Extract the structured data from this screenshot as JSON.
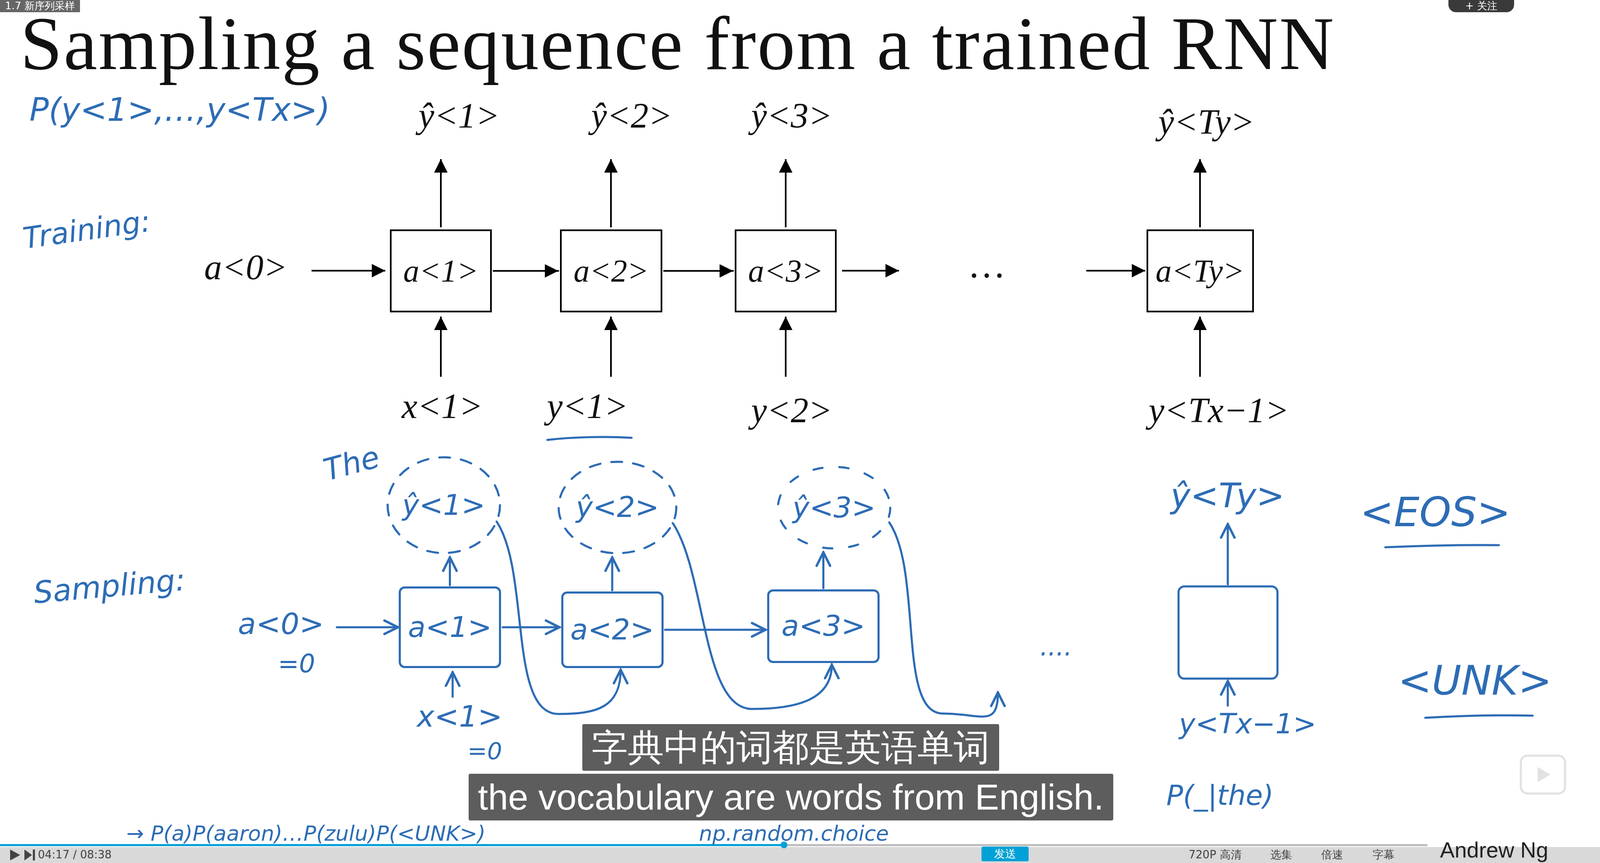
{
  "diagram": {
    "title": "Sampling a sequence from a trained RNN",
    "nodes": [
      {
        "text": [
          "a<1>"
        ]
      },
      {
        "text": [
          "a<2>"
        ]
      },
      {
        "text": [
          "a<3>"
        ]
      },
      {
        "text": [
          "a<Ty>"
        ]
      },
      {
        "text": [
          "ŷ<1>"
        ]
      },
      {
        "text": [
          "ŷ<2>"
        ]
      },
      {
        "text": [
          "ŷ<3>"
        ]
      },
      {
        "text": [
          "a<1>"
        ]
      },
      {
        "text": [
          "a<2>"
        ]
      },
      {
        "text": [
          "a<3>"
        ]
      }
    ],
    "edges": [
      {
        "from": 0,
        "to": 1,
        "arrow": "to"
      },
      {
        "from": 1,
        "to": 2,
        "arrow": "to"
      },
      {
        "from": 7,
        "to": 4,
        "arrow": "to"
      },
      {
        "from": 8,
        "to": 5,
        "arrow": "to"
      },
      {
        "from": 9,
        "to": 6,
        "arrow": "to"
      },
      {
        "from": 7,
        "to": 8,
        "arrow": "to"
      },
      {
        "from": 8,
        "to": 9,
        "arrow": "to"
      },
      {
        "from": 4,
        "to": 8,
        "arrow": "to"
      },
      {
        "from": 5,
        "to": 9,
        "arrow": "to"
      }
    ],
    "labels": [
      "P(y<1>,…,y<Tx>)",
      "ŷ<1>",
      "ŷ<2>",
      "ŷ<3>",
      "ŷ<Ty>",
      "Training:",
      "a<0>",
      "…",
      "x<1>",
      "y<1>",
      "y<2>",
      "y<Tx−1>",
      "The",
      "Sampling:",
      "a<0>",
      "=0",
      "ŷ<Ty>",
      "....",
      "<EOS>",
      "<UNK>",
      "x<1>",
      "=0",
      "y<Tx−1>",
      "P(_|the)",
      "→ P(a)P(aaron)…P(zulu)P(<UNK>)",
      "np.random.choice",
      "字典中的词都是英语单词",
      "the vocabulary are words from English.",
      "1.7 新序列采样",
      "+ 关注",
      "04:17 / 08:38",
      "发送",
      "720P 高清",
      "选集",
      "倍速",
      "字幕",
      "Andrew Ng"
    ]
  }
}
